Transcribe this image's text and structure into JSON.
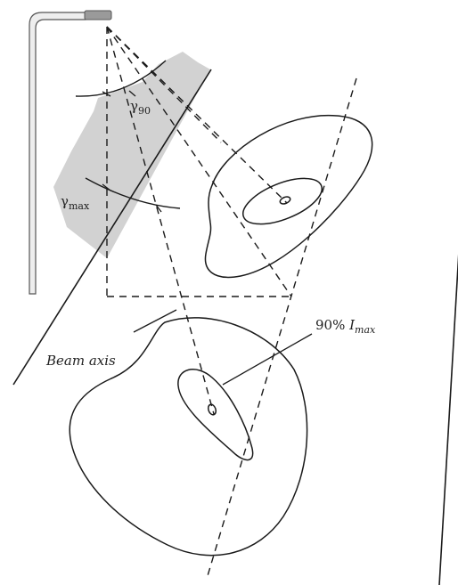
{
  "labels": {
    "gamma_90_symbol": "γ",
    "gamma_90_sub": "90",
    "gamma_max_symbol": "γ",
    "gamma_max_sub": "max",
    "beam_axis": "Beam axis",
    "iso_prefix": "90% ",
    "iso_symbol": "I",
    "iso_sub": "max"
  },
  "colors": {
    "stroke": "#1a1a1a",
    "shadow": "#cfcfcf",
    "pole_fill": "#ececec",
    "lamp": "#9a9a9a"
  }
}
